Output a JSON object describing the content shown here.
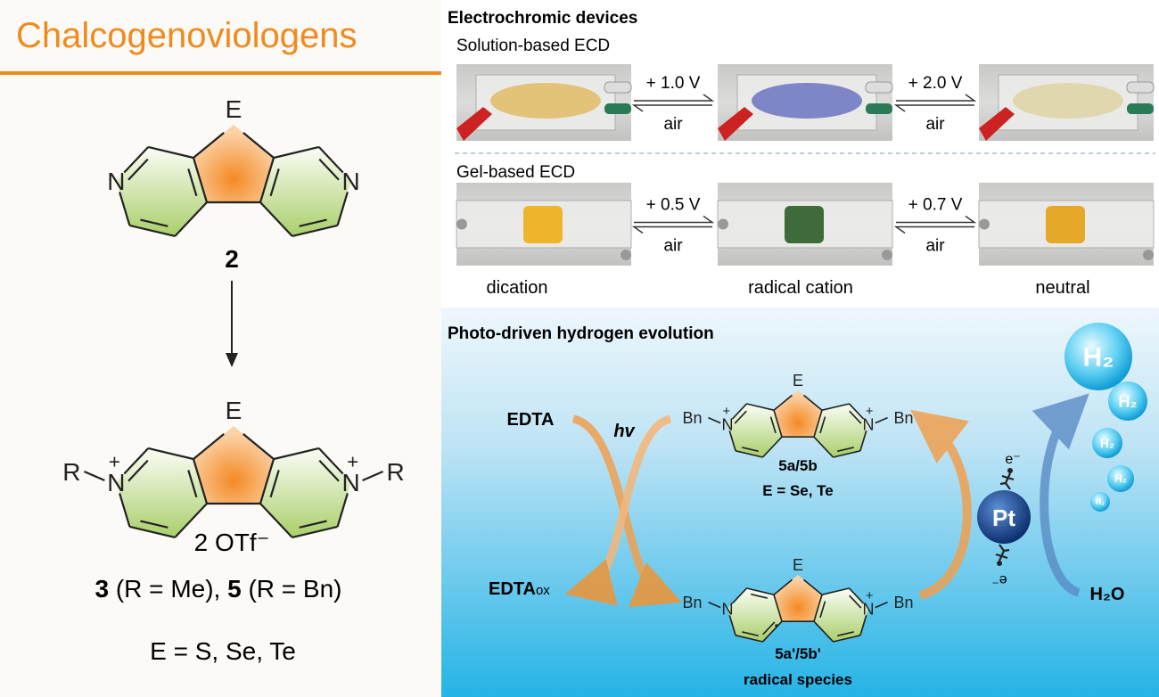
{
  "left_panel": {
    "title": "Chalcogenoviologens",
    "compound_2_label": "2",
    "atom_E": "E",
    "atom_N": "N",
    "plus": "+",
    "substituent_R": "R",
    "counterion": "2 OTf⁻",
    "compound_3": "3",
    "compound_3_def": " (R = Me), ",
    "compound_5": "5",
    "compound_5_def": " (R = Bn)",
    "e_definition": "E = S, Se, Te"
  },
  "ecd": {
    "heading": "Electrochromic devices",
    "solution_label": "Solution-based ECD",
    "gel_label": "Gel-based ECD",
    "solution_voltages": [
      "+ 1.0 V",
      "+ 2.0 V"
    ],
    "gel_voltages": [
      "+ 0.5 V",
      "+ 0.7 V"
    ],
    "reverse_label": "air",
    "states": [
      "dication",
      "radical cation",
      "neutral"
    ]
  },
  "hydrogen": {
    "heading": "Photo-driven hydrogen evolution",
    "edta": "EDTA",
    "edta_ox": "EDTA",
    "edta_ox_sub": "ox",
    "hv": "hv",
    "bn": "Bn",
    "top_compound": "5a/5b",
    "top_e_def": "E = Se, Te",
    "bottom_compound": "5a'/5b'",
    "bottom_desc": "radical species",
    "catalyst": "Pt",
    "electron": "e⁻",
    "water": "H₂O",
    "h2": "H₂"
  },
  "colors": {
    "title_orange": "#f08a1e",
    "ring_orange": "#f59a3c",
    "ring_green": "#b7d67f",
    "arrow_orange": "#f09433",
    "arrow_blue": "#5b8cc6",
    "sky_top": "#e6f3fb",
    "sky_bottom": "#2fb8e8"
  }
}
